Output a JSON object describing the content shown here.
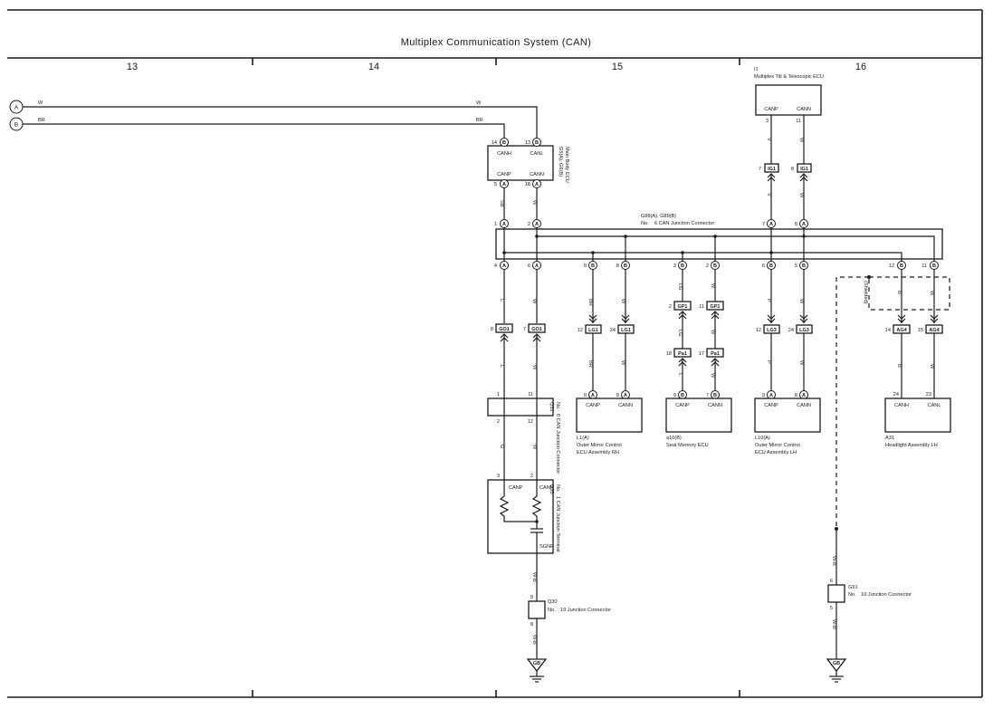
{
  "title": "Multiplex Communication System (CAN)",
  "columns": [
    "13",
    "14",
    "15",
    "16"
  ],
  "connectors_lr": [
    {
      "letter": "A",
      "wire": "W"
    },
    {
      "letter": "B",
      "wire": "BR"
    }
  ],
  "main_body_ecu": {
    "id": "G5(A), G6(B)",
    "name": "Main Body ECU",
    "top_pins": [
      {
        "num": "14",
        "letter": "B",
        "signal": "CANH"
      },
      {
        "num": "13",
        "letter": "B",
        "signal": "CANL"
      }
    ],
    "bottom_pins": [
      {
        "num": "5",
        "letter": "A",
        "signal": "CANP"
      },
      {
        "num": "18",
        "letter": "A",
        "signal": "CANN"
      }
    ],
    "wires_out": [
      "SB",
      "W"
    ]
  },
  "tilt_ecu": {
    "id": "I1",
    "name": "Multiplex Tilt & Telescopic ECU",
    "pins": [
      {
        "num": "3",
        "signal": "CANP"
      },
      {
        "num": "11",
        "signal": "CANN"
      }
    ],
    "wires_upper": [
      "V",
      "W"
    ],
    "wires_lower": [
      "V",
      "W"
    ],
    "connector": [
      {
        "num": "7",
        "code": "IG1"
      },
      {
        "num": "8",
        "code": "IG1"
      }
    ]
  },
  "junction6": {
    "id": "G88(A), G89(B)",
    "prefix": "No.",
    "name": "6 CAN Junction Connector",
    "top_pins": [
      {
        "num": "1",
        "letter": "A"
      },
      {
        "num": "2",
        "letter": "A"
      },
      {
        "num": "7",
        "letter": "A"
      },
      {
        "num": "8",
        "letter": "A"
      }
    ],
    "bottom_pins": [
      {
        "num": "4",
        "letter": "A"
      },
      {
        "num": "6",
        "letter": "A"
      },
      {
        "num": "9",
        "letter": "B"
      },
      {
        "num": "8",
        "letter": "B"
      },
      {
        "num": "3",
        "letter": "B"
      },
      {
        "num": "2",
        "letter": "B"
      },
      {
        "num": "6",
        "letter": "B"
      },
      {
        "num": "5",
        "letter": "B"
      },
      {
        "num": "12",
        "letter": "B"
      },
      {
        "num": "11",
        "letter": "B"
      }
    ]
  },
  "left_branch": {
    "wires": [
      "L",
      "W",
      "L",
      "W",
      "G",
      "W"
    ],
    "connector": [
      {
        "num": "8",
        "code": "GO1"
      },
      {
        "num": "7",
        "code": "GO1"
      }
    ],
    "q31": {
      "id": "Q31",
      "prefix": "No.",
      "name": "6 CAN Junction Connector",
      "pins_top": [
        "1",
        "11"
      ],
      "pins_bottom": [
        "2",
        "12"
      ]
    },
    "q35": {
      "id": "Q35",
      "prefix": "No.",
      "name": "1 CAN Junction Terminal",
      "pins": [
        "3",
        "2"
      ],
      "labels": [
        "CANP",
        "CANN",
        "SGNP"
      ]
    },
    "q30": {
      "id": "Q30",
      "prefix": "No.",
      "name": "19 Junction Connector",
      "pin_top": "9",
      "pin_bottom": "8"
    },
    "gnd_wire": [
      "W-B",
      "W-B"
    ],
    "ground": "GB"
  },
  "mirror_rh": {
    "wires": [
      "BR",
      "W",
      "BR",
      "W"
    ],
    "connector": [
      {
        "num": "12",
        "code": "LG1"
      },
      {
        "num": "24",
        "code": "LG1"
      }
    ],
    "pins": [
      {
        "num": "9",
        "letter": "A",
        "signal": "CANP"
      },
      {
        "num": "8",
        "letter": "A",
        "signal": "CANN"
      }
    ],
    "id": "L1(A)",
    "name_line1": "Outer Mirror Control",
    "name_line2": "ECU Assembly RH"
  },
  "seat_ecu": {
    "wires": [
      "LG",
      "W",
      "LG",
      "W",
      "L",
      "W"
    ],
    "connector1": [
      {
        "num": "2",
        "code": "GP1"
      },
      {
        "num": "11",
        "code": "GP1"
      }
    ],
    "connector2": [
      {
        "num": "18",
        "code": "Pa1"
      },
      {
        "num": "17",
        "code": "Pa1"
      }
    ],
    "pins": [
      {
        "num": "9",
        "letter": "B",
        "signal": "CANP"
      },
      {
        "num": "7",
        "letter": "B",
        "signal": "CANN"
      }
    ],
    "id": "a10(B)",
    "name": "Seat Memory ECU"
  },
  "mirror_lh": {
    "wires": [
      "P",
      "W",
      "P",
      "W"
    ],
    "connector": [
      {
        "num": "12",
        "code": "LG3"
      },
      {
        "num": "24",
        "code": "LG3"
      }
    ],
    "pins": [
      {
        "num": "9",
        "letter": "A",
        "signal": "CANP"
      },
      {
        "num": "8",
        "letter": "A",
        "signal": "CANN"
      }
    ],
    "id": "L10(A)",
    "name_line1": "Outer Mirror Control",
    "name_line2": "ECU Assembly LH"
  },
  "headlight": {
    "wires": [
      "B",
      "W",
      "B",
      "W"
    ],
    "shielded": "(Shielded)",
    "connector": [
      {
        "num": "14",
        "code": "AG4"
      },
      {
        "num": "15",
        "code": "AG4"
      }
    ],
    "pins": [
      {
        "num": "24",
        "signal": "CANH"
      },
      {
        "num": "23",
        "signal": "CANL"
      }
    ],
    "id": "A31",
    "name": "Headlight Assembly LH"
  },
  "g91": {
    "id": "G91",
    "prefix": "No.",
    "name": "10 Junction Connector",
    "pin_top": "6",
    "pin_bottom": "5",
    "wires": [
      "W-B",
      "W-B"
    ],
    "ground": "GB"
  }
}
